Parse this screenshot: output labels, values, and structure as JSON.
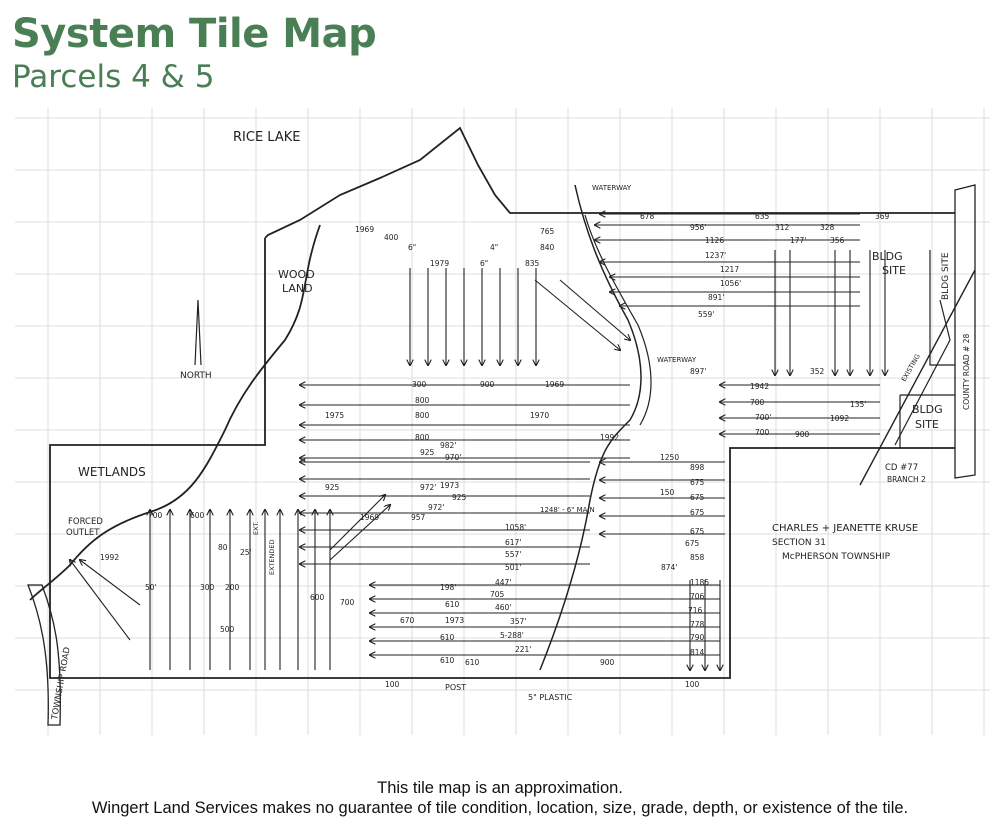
{
  "header": {
    "title": "System Tile Map",
    "subtitle": "Parcels 4 & 5"
  },
  "map": {
    "places": {
      "rice_lake": "RICE LAKE",
      "wood_land_1": "WOOD",
      "wood_land_2": "LAND",
      "north": "NORTH",
      "wetlands": "WETLANDS",
      "forced_outlet_1": "FORCED",
      "forced_outlet_2": "OUTLET",
      "township_road": "TOWNSHIP ROAD",
      "waterway_top": "WATERWAY",
      "waterway_mid": "WATERWAY",
      "bldg_site_1a": "BLDG",
      "bldg_site_1b": "SITE",
      "bldg_site_vertical": "BLDG SITE",
      "bldg_site_2a": "BLDG",
      "bldg_site_2b": "SITE",
      "county_road": "COUNTY ROAD # 28",
      "existing": "EXISTING",
      "cd77": "CD #77",
      "branch2": "BRANCH 2",
      "owner": "CHARLES + JEANETTE KRUSE",
      "section": "SECTION 31",
      "township": "McPHERSON TOWNSHIP",
      "post": "POST",
      "plastic": "5\" PLASTIC",
      "main": "1248' - 6\" MAIN",
      "extended": "EXTENDED",
      "ext": "EXT."
    },
    "tile_labels": [
      "1969",
      "765",
      "4\"",
      "840",
      "6\"",
      "1979",
      "6\"",
      "835",
      "678",
      "635",
      "369",
      "956'",
      "312",
      "328",
      "1126",
      "177'",
      "356",
      "1237'",
      "1217",
      "1056'",
      "891'",
      "559'",
      "300",
      "900",
      "1969",
      "800",
      "1970",
      "1975",
      "800",
      "800",
      "982'",
      "925",
      "970'",
      "925",
      "972'",
      "1973",
      "925",
      "972'",
      "957",
      "1058'",
      "617'",
      "557'",
      "501'",
      "447'",
      "705",
      "460'",
      "357'",
      "5-288'",
      "221'",
      "198'",
      "610",
      "670",
      "1973",
      "610",
      "610",
      "610",
      "900",
      "1185",
      "706",
      "716",
      "778",
      "790",
      "814",
      "898",
      "675",
      "675",
      "675",
      "675",
      "675",
      "858",
      "874'",
      "897'",
      "1942",
      "700",
      "700'",
      "700",
      "900",
      "135'",
      "1092",
      "352",
      "1250",
      "150",
      "100",
      "100",
      "50'",
      "25'",
      "80",
      "700",
      "600",
      "1992",
      "300",
      "200",
      "600",
      "700",
      "500",
      "400",
      "1992",
      "1969"
    ]
  },
  "footer": {
    "line1": "This tile map is an approximation.",
    "line2": "Wingert Land Services makes no guarantee of tile condition, location, size, grade, depth, or existence of the tile."
  },
  "colors": {
    "brand": "#4a7f56",
    "ink": "#222222",
    "grid": "#dcdcdc"
  }
}
